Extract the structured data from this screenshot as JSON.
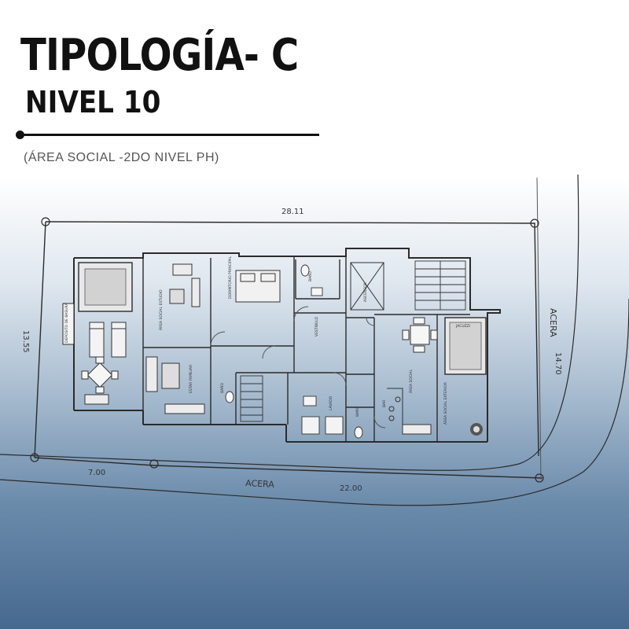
{
  "header": {
    "title": "TIPOLOGÍA- C",
    "subtitle": "NIVEL 10",
    "note": "(ÁREA SOCIAL -2DO NIVEL PH)"
  },
  "plan": {
    "dimensions": {
      "top": "28.11",
      "left": "13.55",
      "right": "14.70",
      "bottom_left": "7.00",
      "bottom_right": "22.00"
    },
    "street_labels": {
      "bottom": "ACERA",
      "right": "ACERA"
    },
    "room_labels": {
      "social_left": "ÁREA SOCIAL ESTUDIO",
      "family_room": "ESTAR FAMILIAR",
      "master_bed": "DORMITORIO PRINCIPAL",
      "elevator": "ASCENSOR",
      "vestibule": "VESTIBULO",
      "social_right": "ÁREA SOCIAL",
      "social_terrace": "ÁREA SOCIAL EXTERIOR",
      "bath_1": "BAÑO",
      "bath_2": "BAÑO",
      "bath_3": "BAÑO",
      "storage": "DEPÓSITO DE BASURA",
      "laundry": "LAVADO",
      "bar": "BAR",
      "jacuzzi": "JACUZZI"
    },
    "colors": {
      "line": "#2b2b2b",
      "thin_line": "#555555"
    }
  }
}
